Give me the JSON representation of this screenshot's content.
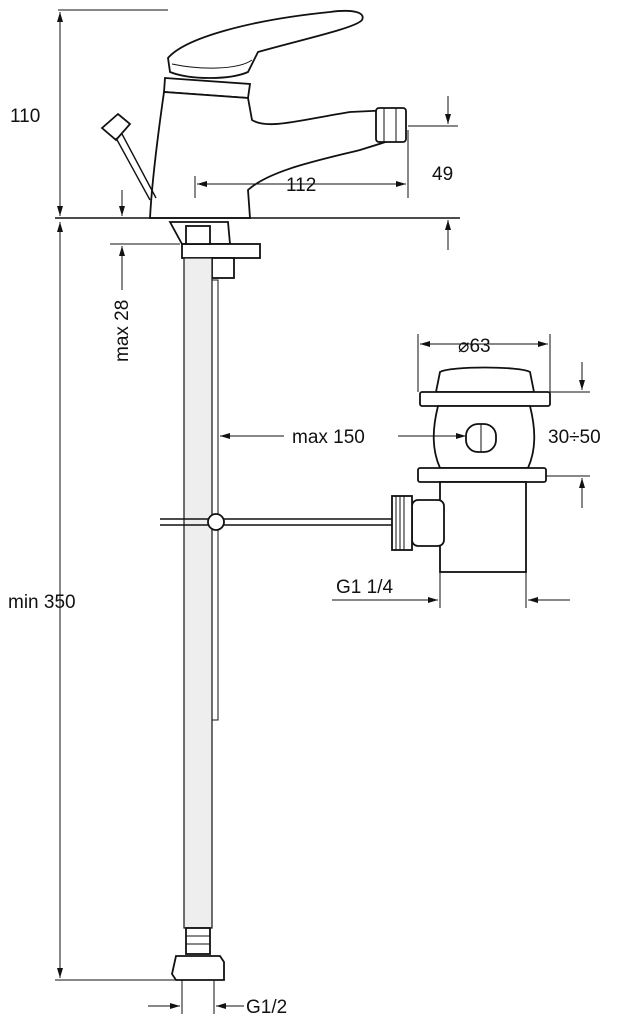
{
  "dimensions": {
    "height_110": "110",
    "height_49": "49",
    "spout_112": "112",
    "deck_max_28": "max 28",
    "hose_min_350": "min 350",
    "drain_dia_63": "⌀63",
    "rod_max_150": "max 150",
    "plug_30_50": "30÷50",
    "thread_g1_1_4": "G1 1/4",
    "thread_g1_2": "G1/2"
  }
}
